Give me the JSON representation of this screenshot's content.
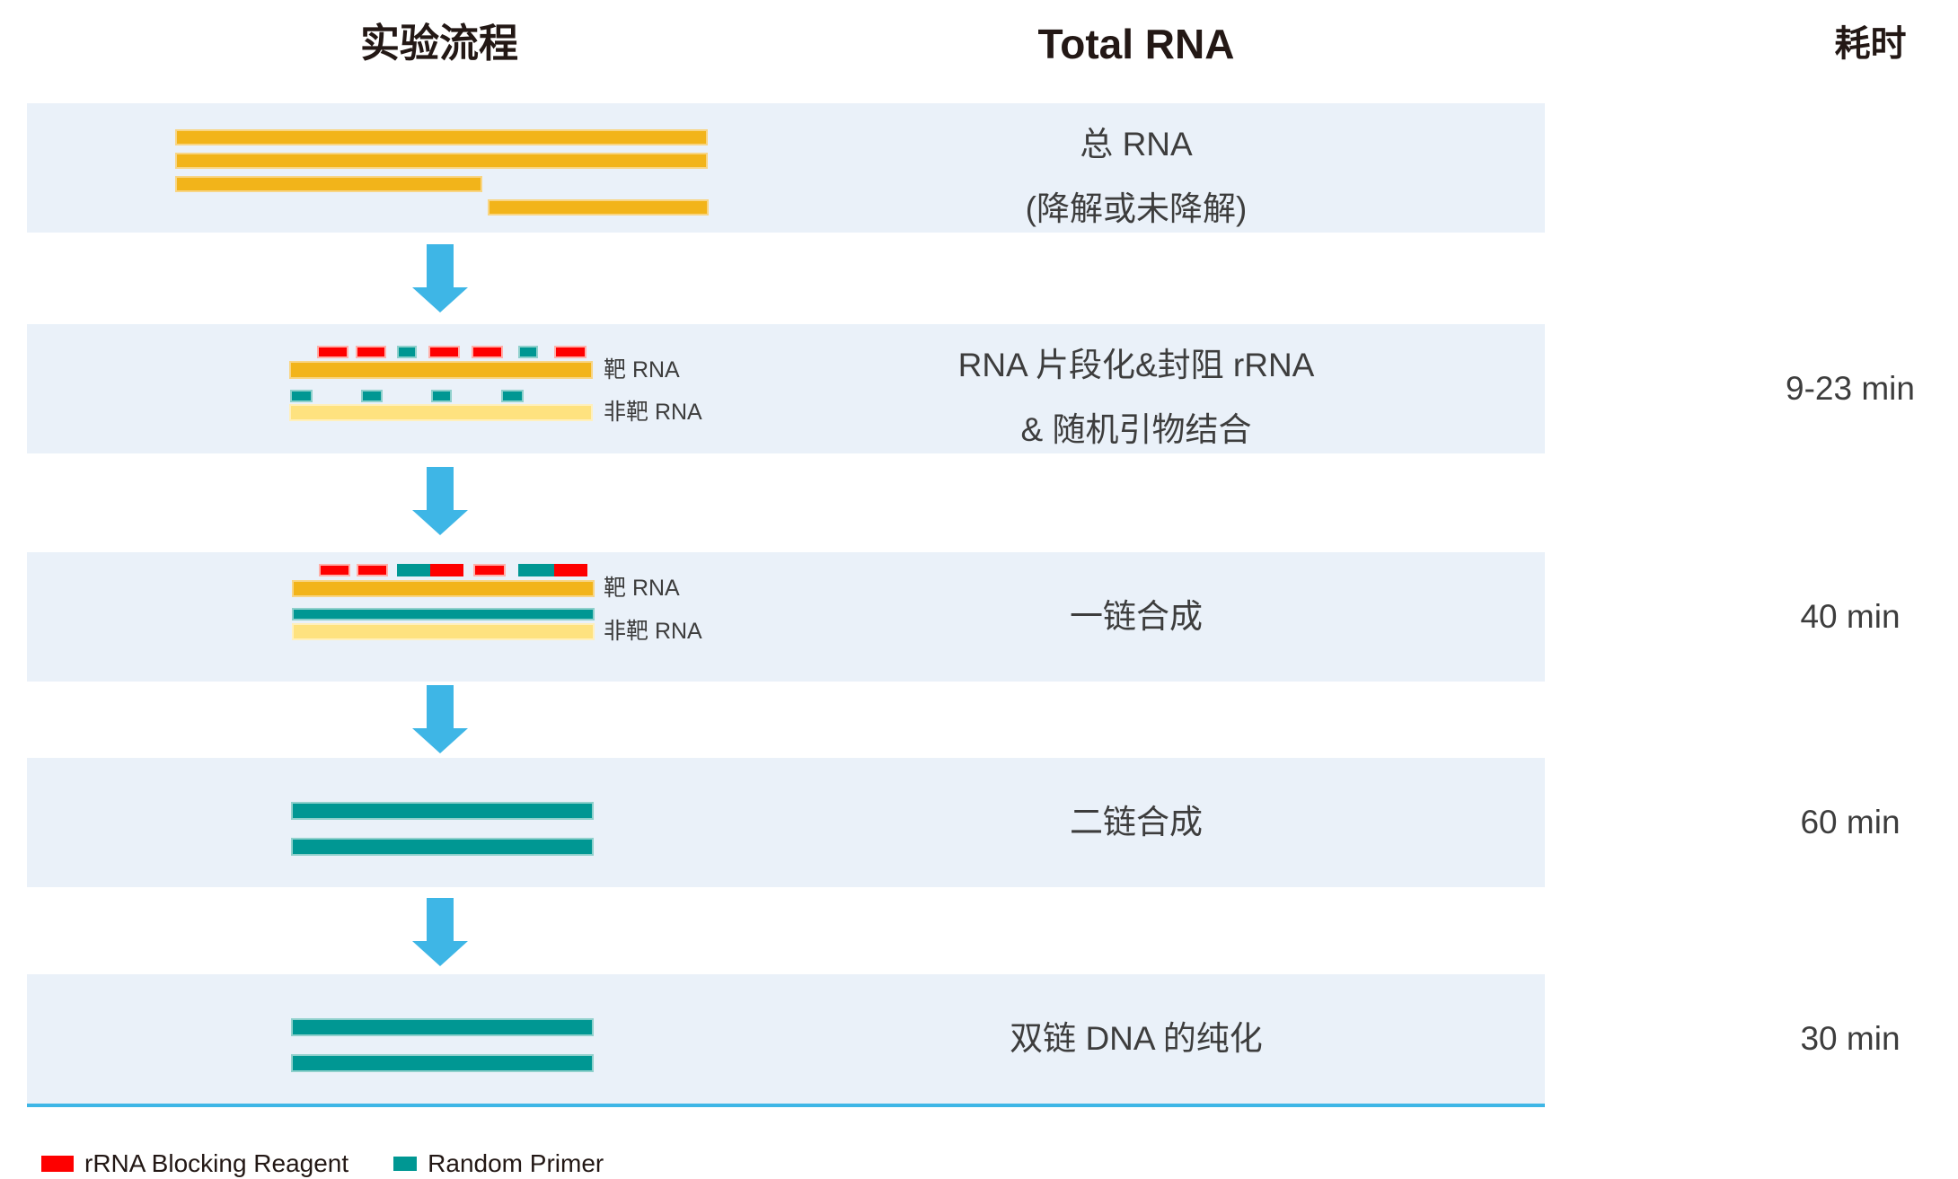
{
  "title_row": {
    "workflow": "实验流程",
    "middle": "Total RNA",
    "time": "耗时"
  },
  "steps": [
    {
      "line1": "总 RNA",
      "line2": "(降解或未降解)"
    },
    {
      "line1": "RNA 片段化&封阻 rRNA",
      "line2": "& 随机引物结合",
      "time": "9-23 min",
      "target_label": "靶 RNA",
      "nontarget_label": "非靶 RNA"
    },
    {
      "line1": "一链合成",
      "time": "40 min",
      "target_label": "靶 RNA",
      "nontarget_label": "非靶 RNA"
    },
    {
      "line1": "二链合成",
      "time": "60 min"
    },
    {
      "line1": "双链 DNA 的纯化",
      "time": "30 min"
    }
  ],
  "legend": {
    "items": [
      {
        "label": "rRNA Blocking Reagent",
        "color": "#fe0000"
      },
      {
        "label": "Random Primer",
        "color": "#009793"
      }
    ]
  },
  "colors": {
    "panel-bg": "#eaf1f9",
    "gold": "#f2b41a",
    "light-yellow": "#fee27f",
    "teal": "#009793",
    "red": "#fe0000",
    "arrow-blue": "#3eb6e6",
    "heading-text": "#231815",
    "body-text": "#3d3d3d"
  }
}
